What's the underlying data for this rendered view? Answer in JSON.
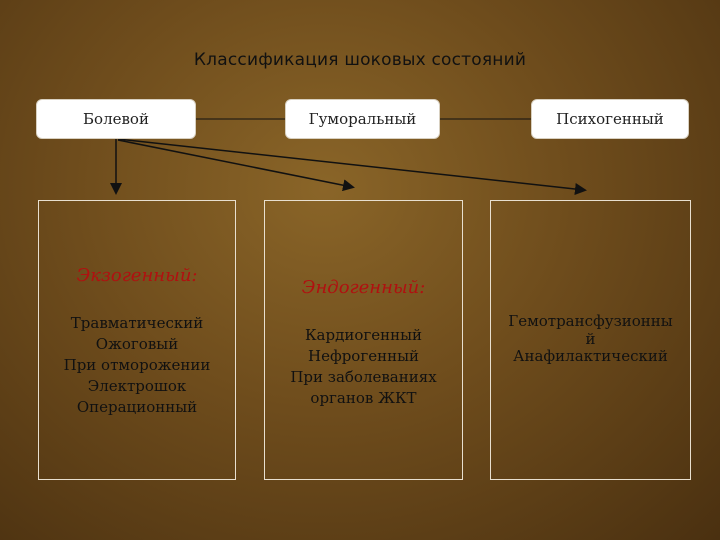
{
  "title": "Классификация шоковых состояний",
  "top": {
    "pain": "Болевой",
    "humoral": "Гуморальный",
    "psychogenic": "Психогенный"
  },
  "panels": [
    {
      "heading": "Экзогенный:",
      "items": [
        "Травматический",
        "Ожоговый",
        "При отморожении",
        "Электрошок",
        "Операционный"
      ]
    },
    {
      "heading": "Эндогенный:",
      "items": [
        "Кардиогенный",
        "Нефрогенный",
        "При заболеваниях",
        "органов ЖКТ"
      ]
    },
    {
      "heading": "",
      "items": [
        "Гемотрансфузионны",
        "й",
        "Анафилактический"
      ]
    }
  ]
}
